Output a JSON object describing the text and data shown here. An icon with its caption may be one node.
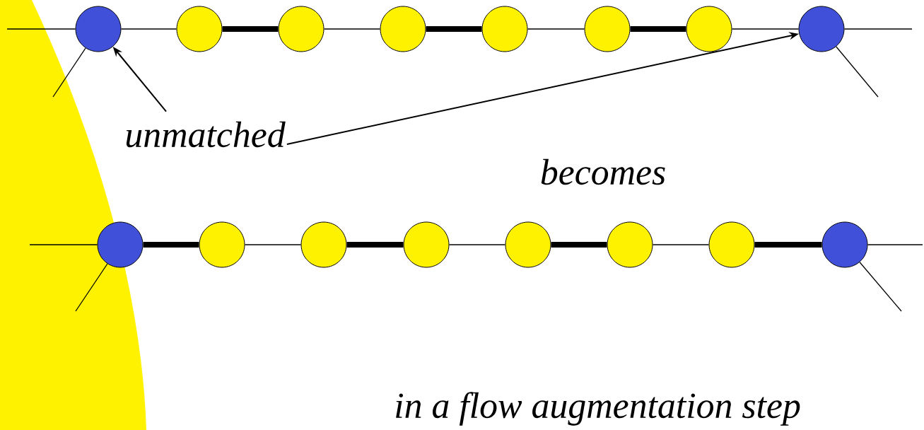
{
  "diagram": {
    "nodes": [
      {
        "text": [],
        "shape": "circle"
      },
      {
        "text": [],
        "shape": "circle"
      },
      {
        "text": [],
        "shape": "circle"
      },
      {
        "text": [],
        "shape": "circle"
      },
      {
        "text": [],
        "shape": "circle"
      },
      {
        "text": [],
        "shape": "circle"
      },
      {
        "text": [],
        "shape": "circle"
      },
      {
        "text": [],
        "shape": "circle"
      },
      {
        "text": [],
        "shape": "circle"
      },
      {
        "text": [],
        "shape": "circle"
      },
      {
        "text": [],
        "shape": "circle"
      },
      {
        "text": [],
        "shape": "circle"
      },
      {
        "text": [],
        "shape": "circle"
      },
      {
        "text": [],
        "shape": "circle"
      },
      {
        "text": [],
        "shape": "circle"
      },
      {
        "text": [],
        "shape": "circle"
      },
      {
        "text": [
          "unmatched"
        ]
      }
    ],
    "edges": [
      {
        "from": null,
        "to": 0,
        "arrow": "none"
      },
      {
        "from": 0,
        "to": null,
        "arrow": "none"
      },
      {
        "from": 0,
        "to": 1,
        "arrow": "none"
      },
      {
        "from": 1,
        "to": 2,
        "arrow": "none",
        "style": "thick"
      },
      {
        "from": 2,
        "to": 3,
        "arrow": "none"
      },
      {
        "from": 3,
        "to": 4,
        "arrow": "none",
        "style": "thick"
      },
      {
        "from": 4,
        "to": 5,
        "arrow": "none"
      },
      {
        "from": 5,
        "to": 6,
        "arrow": "none",
        "style": "thick"
      },
      {
        "from": 6,
        "to": 7,
        "arrow": "none"
      },
      {
        "from": 7,
        "to": null,
        "arrow": "none"
      },
      {
        "from": 7,
        "to": null,
        "arrow": "none"
      },
      {
        "from": 16,
        "to": 0,
        "arrow": "to"
      },
      {
        "from": 16,
        "to": 7,
        "arrow": "to"
      },
      {
        "from": null,
        "to": 8,
        "arrow": "none"
      },
      {
        "from": 8,
        "to": null,
        "arrow": "none"
      },
      {
        "from": 8,
        "to": 9,
        "arrow": "none",
        "style": "thick"
      },
      {
        "from": 9,
        "to": 10,
        "arrow": "none"
      },
      {
        "from": 10,
        "to": 11,
        "arrow": "none",
        "style": "thick"
      },
      {
        "from": 11,
        "to": 12,
        "arrow": "none"
      },
      {
        "from": 12,
        "to": 13,
        "arrow": "none",
        "style": "thick"
      },
      {
        "from": 13,
        "to": 14,
        "arrow": "none"
      },
      {
        "from": 14,
        "to": 15,
        "arrow": "none",
        "style": "thick"
      },
      {
        "from": 15,
        "to": null,
        "arrow": "none"
      },
      {
        "from": 15,
        "to": null,
        "arrow": "none"
      }
    ],
    "labels": [
      "becomes",
      "in a flow augmentation step"
    ]
  }
}
